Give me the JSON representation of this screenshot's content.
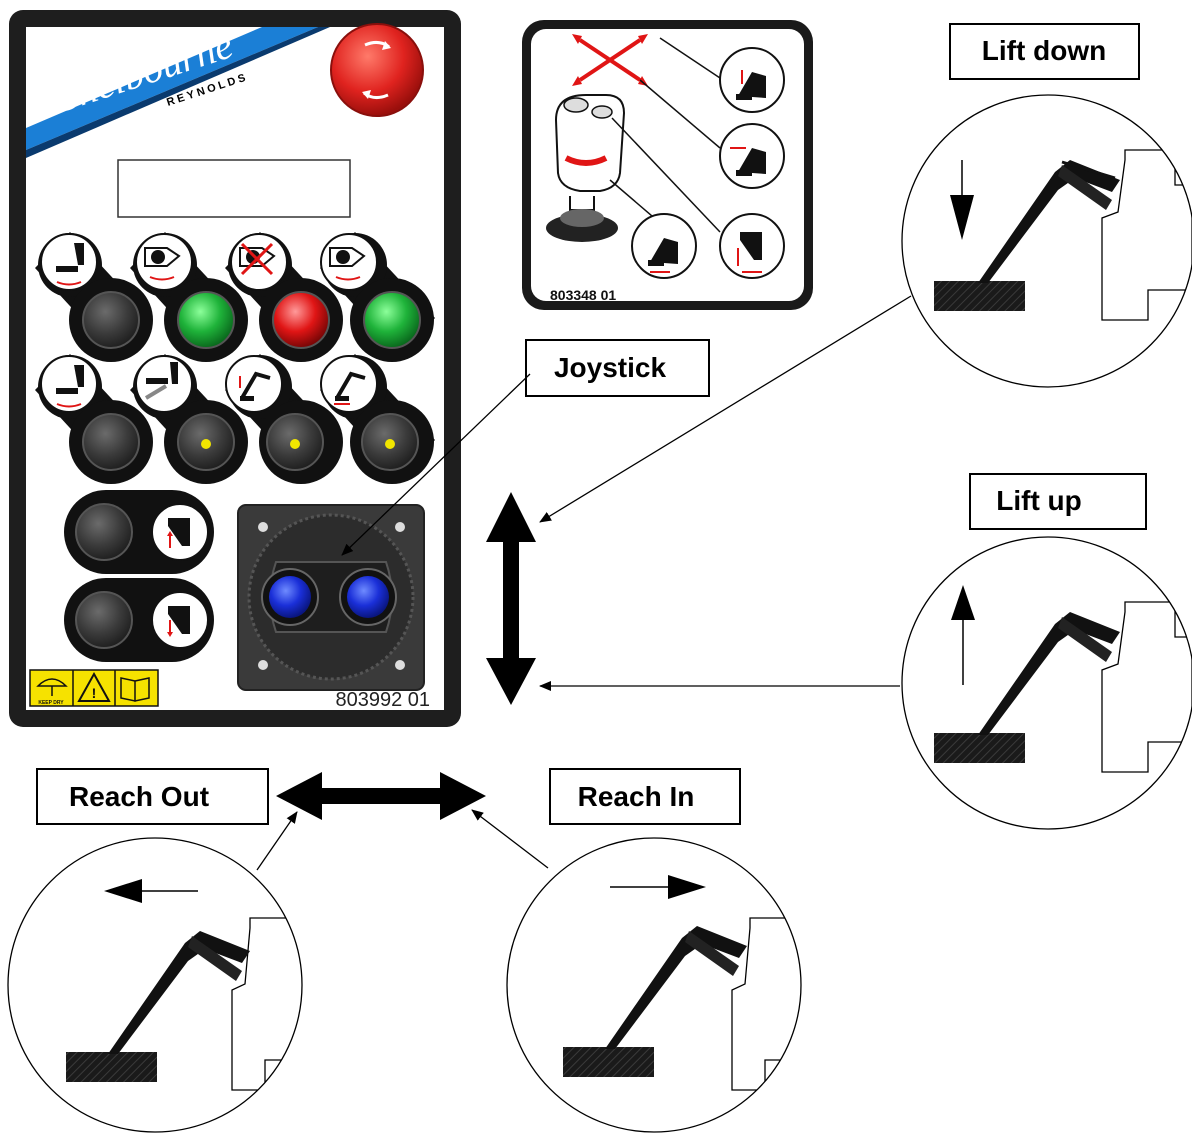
{
  "labels": {
    "lift_down": "Lift down",
    "lift_up": "Lift up",
    "joystick": "Joystick",
    "reach_out": "Reach Out",
    "reach_in": "Reach In"
  },
  "panel": {
    "brand": "Shelbourne",
    "brand_sub": "REYNOLDS",
    "part_number": "803992 01",
    "warning_sticker_text": "KEEP DRY"
  },
  "joystick_card": {
    "part_number": "803348 01"
  },
  "indicator_lamps": {
    "row1": [
      "off",
      "green",
      "red",
      "green"
    ],
    "row2": [
      "off",
      "yellow",
      "yellow",
      "yellow"
    ],
    "row3": [
      "off"
    ],
    "row4": [
      "off"
    ]
  },
  "colors": {
    "lamp_green": "#1fb33a",
    "lamp_red": "#e01515",
    "lamp_yellow": "#f2e600",
    "estop_red": "#e0231f",
    "brand_blue": "#1b7fd6",
    "joystick_blue": "#1a2fd8",
    "sticker_yellow": "#f6e200"
  }
}
